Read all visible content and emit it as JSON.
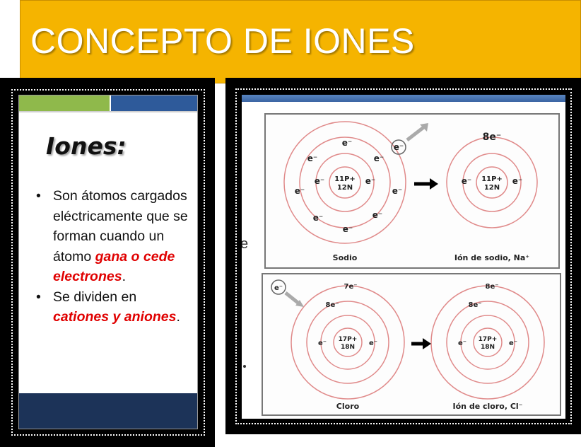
{
  "header": {
    "title": "CONCEPTO DE IONES"
  },
  "left_slide": {
    "heading": "Iones:",
    "bullets": [
      {
        "text_before": "Son átomos cargados eléctricamente que se forman cuando un átomo ",
        "highlight": "gana o cede electrones",
        "text_after": "."
      },
      {
        "text_before": "Se dividen en ",
        "highlight": "cationes y aniones",
        "text_after": "."
      }
    ],
    "colors": {
      "green_bar": "#8fb94b",
      "blue_bar": "#2e5a9a",
      "footer": "#1c3358",
      "highlight": "#e00000"
    }
  },
  "diagram": {
    "sodium": {
      "atom_label": "Sodio",
      "nucleus": [
        "11P+",
        "12N"
      ],
      "electron": "e⁻",
      "ion_label": "Ión de sodio, Na⁺",
      "ion_shell_label": "8e⁻"
    },
    "chlorine": {
      "atom_label": "Cloro",
      "nucleus": [
        "17P+",
        "18N"
      ],
      "electron": "e⁻",
      "outer_shell_label": "7e⁻",
      "middle_shell_label": "8e⁻",
      "ion_label": "Ión de cloro, Cl⁻",
      "ion_outer_shell_label": "8e⁻",
      "ion_middle_shell_label": "8e⁻"
    },
    "partial_text": "e"
  },
  "colors": {
    "title_bg": "#f5b400",
    "orbit": "#e08a8a"
  }
}
